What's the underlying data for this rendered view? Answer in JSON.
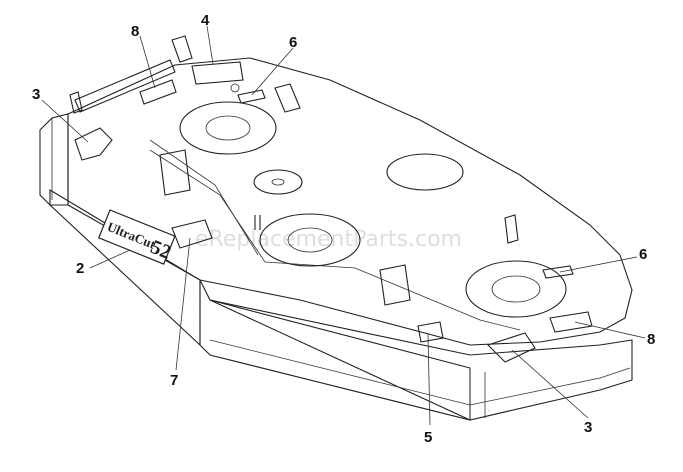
{
  "diagram": {
    "callouts": [
      "8",
      "4",
      "6",
      "3",
      "2",
      "7",
      "6",
      "8",
      "5",
      "3"
    ],
    "watermark": "eReplacementParts.com",
    "logo": {
      "brand": "UltraCut",
      "size": "52"
    }
  }
}
